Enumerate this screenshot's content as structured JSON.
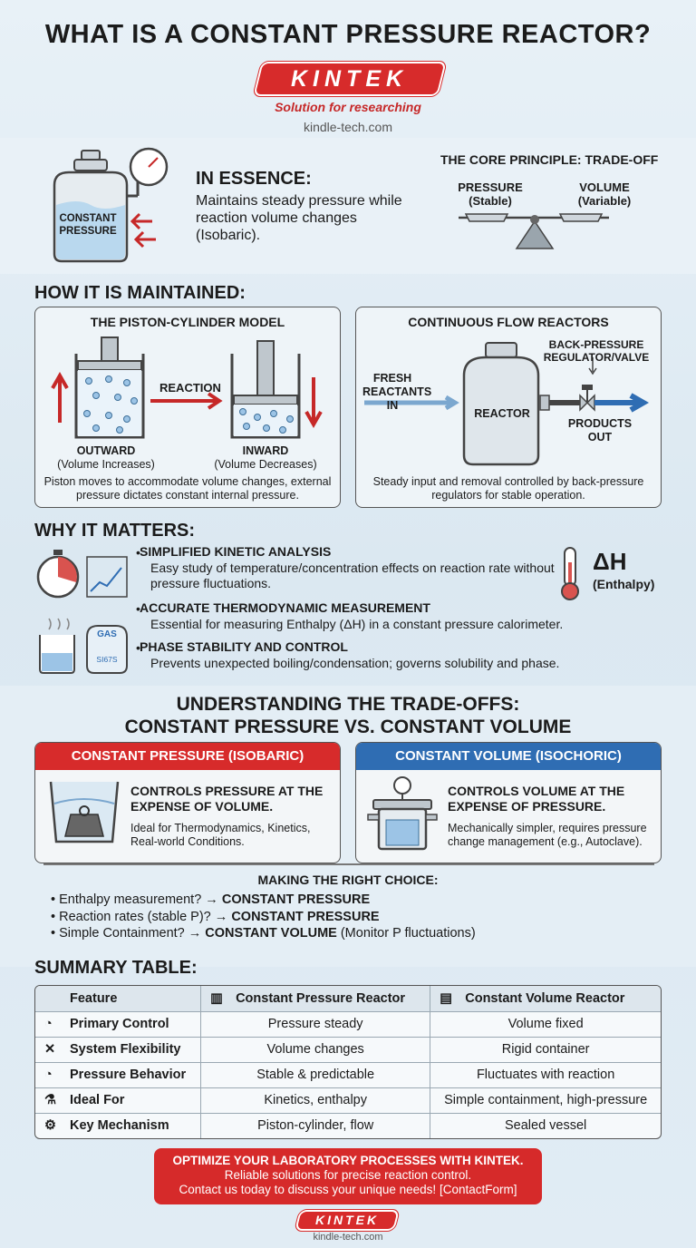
{
  "header": {
    "title": "WHAT IS A CONSTANT PRESSURE REACTOR?",
    "logo_text": "KINTEK",
    "tagline": "Solution for researching",
    "domain": "kindle-tech.com"
  },
  "essence": {
    "tank_label": "CONSTANT PRESSURE",
    "heading": "IN ESSENCE:",
    "text": "Maintains steady pressure while reaction volume changes (Isobaric).",
    "principle_title": "THE CORE PRINCIPLE: TRADE-OFF",
    "left_label": "PRESSURE",
    "left_sub": "(Stable)",
    "right_label": "VOLUME",
    "right_sub": "(Variable)"
  },
  "how": {
    "title": "HOW IT IS MAINTAINED:",
    "piston": {
      "title": "THE PISTON-CYLINDER MODEL",
      "arrow_label": "REACTION",
      "left_label": "OUTWARD",
      "left_sub": "(Volume Increases)",
      "right_label": "INWARD",
      "right_sub": "(Volume Decreases)",
      "caption": "Piston moves to accommodate volume changes, external pressure dictates constant internal pressure."
    },
    "flow": {
      "title": "CONTINUOUS FLOW REACTORS",
      "inlet": "FRESH REACTANTS IN",
      "vessel": "REACTOR",
      "valve": "BACK-PRESSURE REGULATOR/VALVE",
      "outlet": "PRODUCTS OUT",
      "caption": "Steady input and removal controlled by back-pressure regulators for stable operation."
    }
  },
  "why": {
    "title": "WHY IT MATTERS:",
    "items": [
      {
        "heading": "SIMPLIFIED KINETIC ANALYSIS",
        "text": "Easy study of temperature/concentration effects on reaction rate without pressure fluctuations."
      },
      {
        "heading": "ACCURATE THERMODYNAMIC MEASUREMENT",
        "text": "Essential for measuring Enthalpy (ΔH) in a constant pressure calorimeter."
      },
      {
        "heading": "PHASE STABILITY AND CONTROL",
        "text": "Prevents unexpected boiling/condensation; governs solubility and phase."
      }
    ],
    "delta_h": "ΔH",
    "enthalpy": "(Enthalpy)",
    "gas_label": "GAS",
    "gas_sub": "SI67S"
  },
  "tradeoffs": {
    "title_line1": "UNDERSTANDING THE TRADE-OFFS:",
    "title_line2": "CONSTANT PRESSURE VS. CONSTANT VOLUME",
    "pressure": {
      "header": "CONSTANT PRESSURE (ISOBARIC)",
      "heading": "CONTROLS PRESSURE AT THE EXPENSE OF VOLUME.",
      "text": "Ideal for Thermodynamics, Kinetics, Real-world Conditions."
    },
    "volume": {
      "header": "CONSTANT VOLUME (ISOCHORIC)",
      "heading": "CONTROLS VOLUME AT THE EXPENSE OF PRESSURE.",
      "text": "Mechanically simpler, requires pressure change management (e.g., Autoclave)."
    },
    "choice_title": "MAKING THE RIGHT CHOICE:",
    "choices": [
      {
        "q": "Enthalpy measurement? → ",
        "a": "CONSTANT PRESSURE",
        "note": ""
      },
      {
        "q": "Reaction rates (stable P)? → ",
        "a": "CONSTANT PRESSURE",
        "note": ""
      },
      {
        "q": "Simple Containment? → ",
        "a": "CONSTANT VOLUME",
        "note": " (Monitor P fluctuations)"
      }
    ]
  },
  "summary": {
    "title": "SUMMARY TABLE:",
    "columns": [
      "Feature",
      "Constant Pressure Reactor",
      "Constant Volume Reactor"
    ],
    "rows": [
      {
        "icon": "gauge-icon",
        "feature": "Primary Control",
        "cp": "Pressure steady",
        "cv": "Volume fixed"
      },
      {
        "icon": "tools-icon",
        "feature": "System Flexibility",
        "cp": "Volume changes",
        "cv": "Rigid container"
      },
      {
        "icon": "gauge-icon",
        "feature": "Pressure Behavior",
        "cp": "Stable & predictable",
        "cv": "Fluctuates with reaction"
      },
      {
        "icon": "flask-icon",
        "feature": "Ideal For",
        "cp": "Kinetics, enthalpy",
        "cv": "Simple containment, high-pressure"
      },
      {
        "icon": "gears-icon",
        "feature": "Key Mechanism",
        "cp": "Piston-cylinder, flow",
        "cv": "Sealed vessel"
      }
    ]
  },
  "cta": {
    "line1": "OPTIMIZE YOUR LABORATORY PROCESSES WITH KINTEK.",
    "line2": "Reliable solutions for precise reaction control.",
    "line3": "Contact us today to discuss your unique needs! [ContactForm]"
  },
  "footer": {
    "logo_text": "KINTEK",
    "domain": "kindle-tech.com"
  },
  "colors": {
    "brand_red": "#d72b2b",
    "accent_blue": "#2f6db3",
    "background": "#dde9f1"
  }
}
